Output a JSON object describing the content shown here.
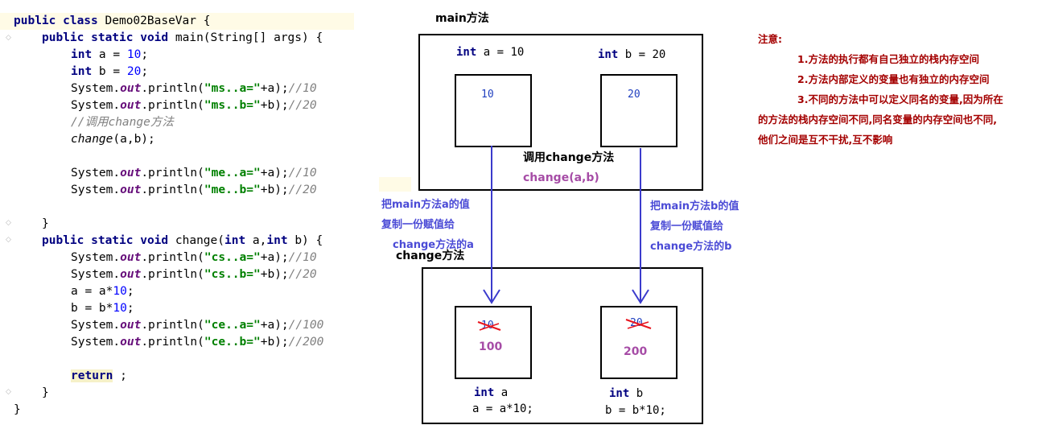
{
  "code": {
    "l1_a": "public class ",
    "l1_b": "Demo02BaseVar {",
    "l2_a": "public static void ",
    "l2_b": "main(String[] args) {",
    "l3_kw": "int",
    "l3_b": " a = ",
    "l3_n": "10",
    "l3_e": ";",
    "l4_kw": "int",
    "l4_b": " b = ",
    "l4_n": "20",
    "l4_e": ";",
    "sys": "System.",
    "out": "out",
    "println": ".println(",
    "l5_s": "\"ms..a=\"",
    "l5_r": "+a);",
    "l5_c": "//10",
    "l6_s": "\"ms..b=\"",
    "l6_r": "+b);",
    "l6_c": "//20",
    "l7_c": "//调用change方法",
    "l8_f": "change",
    "l8_r": "(a,b);",
    "l10_s": "\"me..a=\"",
    "l10_r": "+a);",
    "l10_c": "//10",
    "l11_s": "\"me..b=\"",
    "l11_r": "+b);",
    "l11_c": "//20",
    "close": "}",
    "l14_a": "public static void ",
    "l14_b": "change(",
    "l14_k1": "int",
    "l14_c": " a,",
    "l14_k2": "int",
    "l14_d": " b) {",
    "l15_s": "\"cs..a=\"",
    "l15_r": "+a);",
    "l15_c": "//10",
    "l16_s": "\"cs..b=\"",
    "l16_r": "+b);",
    "l16_c": "//20",
    "l17_a": "a = a*",
    "l17_n": "10",
    "l17_e": ";",
    "l18_a": "b = b*",
    "l18_n": "10",
    "l18_e": ";",
    "l19_s": "\"ce..a=\"",
    "l19_r": "+a);",
    "l19_c": "//100",
    "l20_s": "\"ce..b=\"",
    "l20_r": "+b);",
    "l20_c": "//200",
    "l22_kw": "return",
    "l22_e": " ;"
  },
  "diagram": {
    "main_title": "main方法",
    "main_a_kw": "int",
    "main_a_decl": " a = 10",
    "main_b_kw": "int",
    "main_b_decl": " b = 20",
    "main_a_val": "10",
    "main_b_val": "20",
    "call_label": "调用change方法",
    "call_expr": "change(a,b)",
    "copy_a_1": "把main方法a的值",
    "copy_a_2": "复制一份赋值给",
    "copy_a_3": "change方法的a",
    "copy_b_1": "把main方法b的值",
    "copy_b_2": "复制一份赋值给",
    "copy_b_3": "change方法的b",
    "change_title": "change方法",
    "change_a_old": "10",
    "change_a_new": "100",
    "change_b_old": "20",
    "change_b_new": "200",
    "change_a_kw": "int",
    "change_a_name": " a",
    "change_a_expr": "a = a*10;",
    "change_b_kw": "int",
    "change_b_name": " b",
    "change_b_expr": "b = b*10;",
    "arrow_color": "#3b3bcc",
    "strike_color": "#e8141e"
  },
  "notes": {
    "title": "注意:",
    "n1": "1.方法的执行都有自己独立的栈内存空间",
    "n2": "2.方法内部定义的变量也有独立的内存空间",
    "n3": "3.不同的方法中可以定义同名的变量,因为所在",
    "n4": "的方法的栈内存空间不同,同名变量的内存空间也不同,",
    "n5": "他们之间是互不干扰,互不影响"
  }
}
